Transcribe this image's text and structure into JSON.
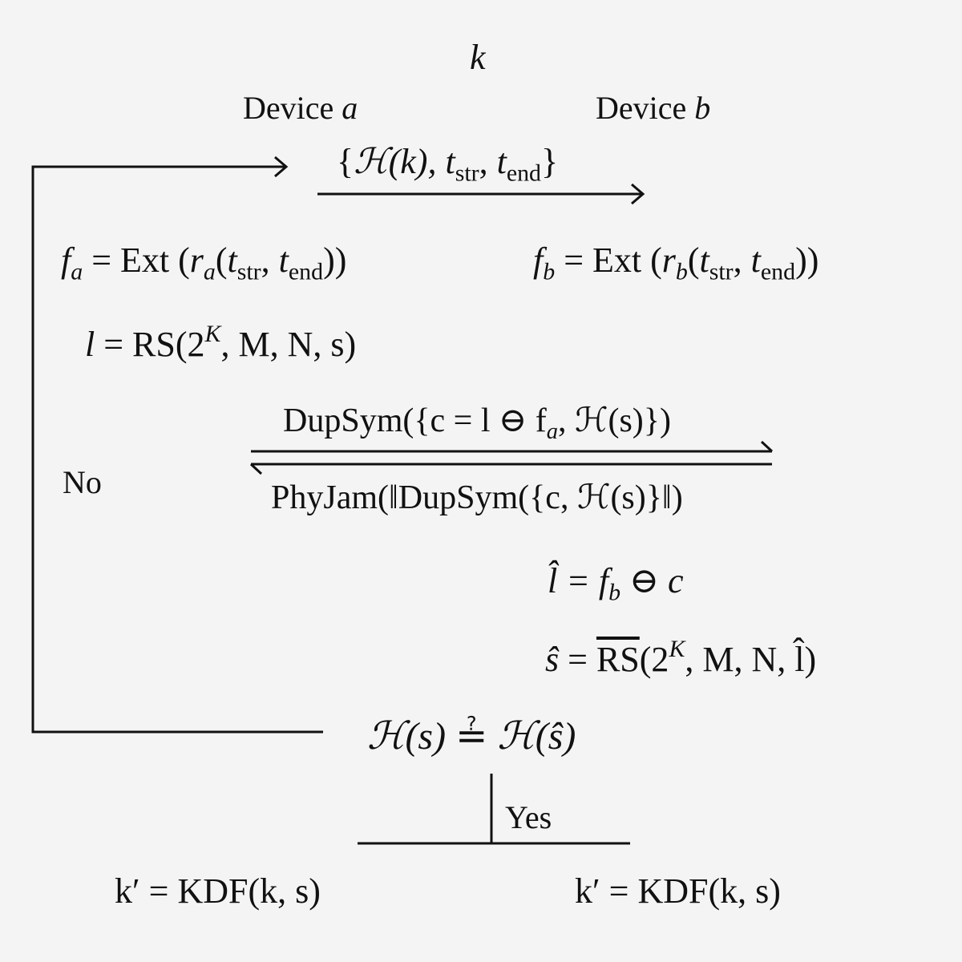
{
  "header": {
    "key_symbol": "k",
    "device_a": "Device",
    "device_a_var": "a",
    "device_b": "Device",
    "device_b_var": "b"
  },
  "msg1": {
    "open": "{",
    "H": "ℋ",
    "k_arg": "(k), ",
    "t": "t",
    "str": "str",
    "end": "end",
    "close": "}"
  },
  "extract": {
    "fa_f": "f",
    "fa_sub": "a",
    "fa_rhs": " = Ext (",
    "fa_r": "r",
    "fa_rsub": "a",
    "fb_f": "f",
    "fb_sub": "b",
    "fb_rhs": " = Ext (",
    "fb_r": "r",
    "fb_rsub": "b",
    "args_open": "(",
    "t": "t",
    "str": "str",
    "comma": ", ",
    "end": "end",
    "args_close": "))"
  },
  "encode": {
    "l": "l",
    "rhs": " = RS(2",
    "K": "K",
    "rest": ", M, N, s)"
  },
  "msg2": {
    "text": "DupSym({c = l ⊖ f",
    "sub": "a",
    "rest": ", ℋ(s)})"
  },
  "msg3": {
    "text": "PhyJam(‖DupSym({c, ℋ(s)}‖)"
  },
  "decode": {
    "lhat": "l̂",
    "lhat_rhs": " = f",
    "lhat_sub": "b",
    "lhat_rest": " ⊖ c",
    "shat": "ŝ",
    "shat_eq": " = ",
    "rs_bar": "RS",
    "shat_rhs": "(2",
    "K": "K",
    "shat_rest": ", M, N, l̂)"
  },
  "check": {
    "left": "ℋ(s)",
    "op": "≟",
    "right": "ℋ(ŝ)"
  },
  "branch": {
    "no": "No",
    "yes": "Yes"
  },
  "kdf": {
    "left": "k′ = KDF(k, s)",
    "right": "k′ = KDF(k, s)"
  }
}
